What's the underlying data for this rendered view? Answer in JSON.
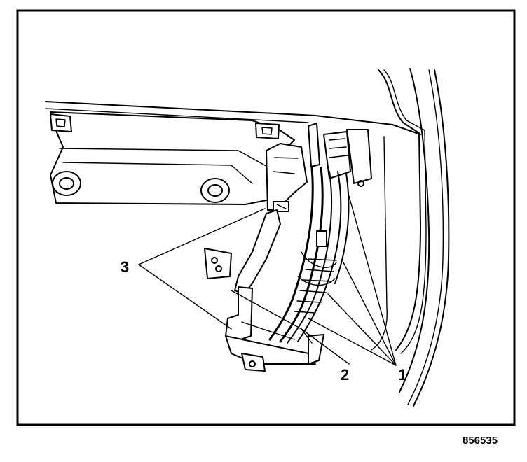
{
  "callouts": [
    {
      "id": "callout-1",
      "label": "1"
    },
    {
      "id": "callout-2",
      "label": "2"
    },
    {
      "id": "callout-3",
      "label": "3"
    }
  ],
  "figure_number": "856535"
}
